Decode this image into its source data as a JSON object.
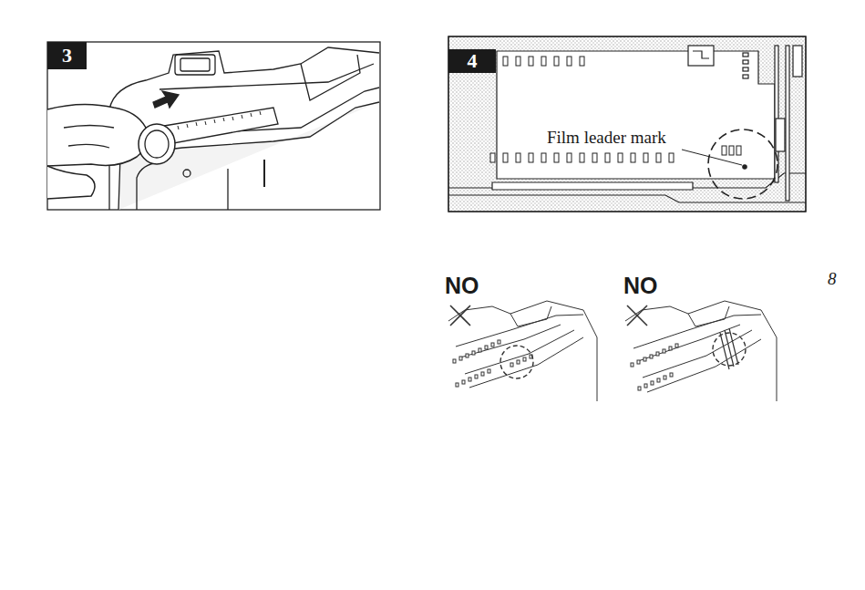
{
  "diagram": {
    "nodes": [
      {
        "text": [
          "3"
        ]
      },
      {
        "text": [
          "4"
        ]
      }
    ],
    "labels": [
      "Film leader mark",
      "NO",
      "NO",
      "8"
    ]
  }
}
